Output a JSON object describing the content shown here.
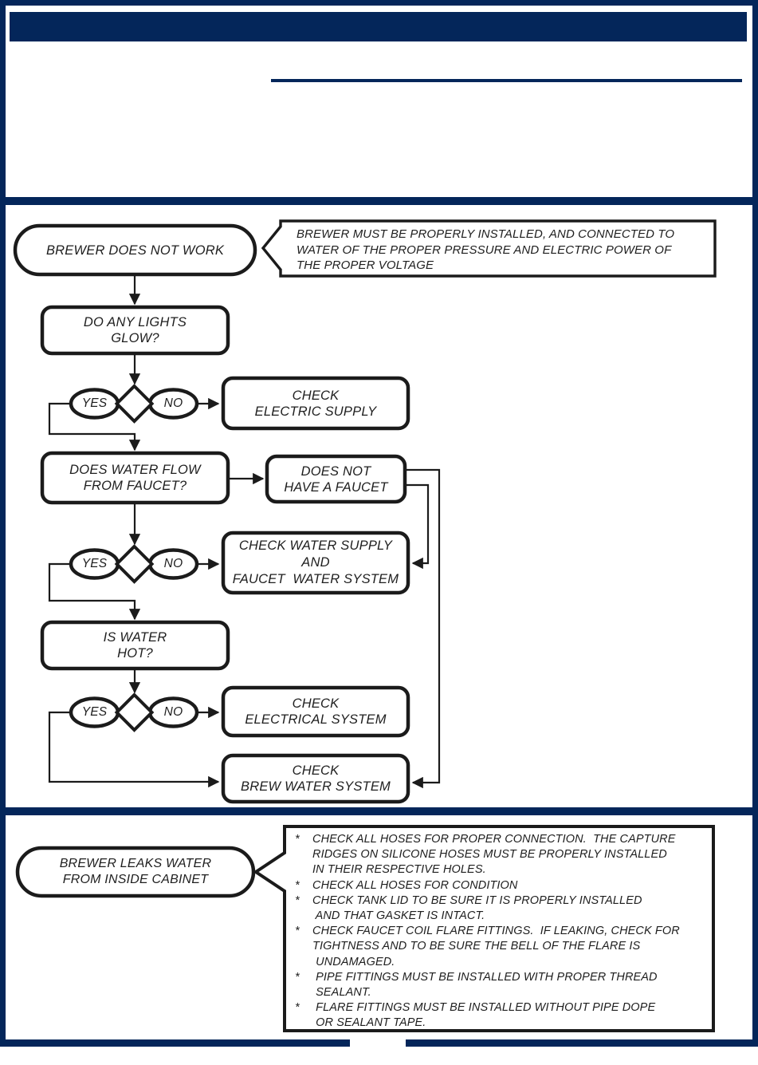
{
  "page": {
    "navy_color": "#04265a",
    "ink_color": "#1b1b1b"
  },
  "fc": {
    "start_label": "BREWER DOES NOT WORK",
    "note_lines": [
      "BREWER MUST BE PROPERLY INSTALLED, AND CONNECTED TO",
      "WATER OF THE PROPER PRESSURE AND ELECTRIC POWER OF",
      "THE PROPER VOLTAGE"
    ],
    "yes_label": "YES",
    "no_label": "NO",
    "q_lights": [
      "DO ANY LIGHTS",
      "GLOW?"
    ],
    "check_electric": [
      "CHECK",
      "ELECTRIC SUPPLY"
    ],
    "q_flow": [
      "DOES WATER FLOW",
      "FROM FAUCET?"
    ],
    "no_faucet": [
      "DOES NOT",
      "HAVE A FAUCET"
    ],
    "check_water": [
      "CHECK WATER SUPPLY",
      "AND",
      "FAUCET  WATER SYSTEM"
    ],
    "q_hot": [
      "IS WATER",
      "HOT?"
    ],
    "check_electrical": [
      "CHECK",
      "ELECTRICAL SYSTEM"
    ],
    "check_brew": [
      "CHECK",
      "BREW WATER SYSTEM"
    ]
  },
  "fc2": {
    "start_lines": [
      "BREWER LEAKS WATER",
      "FROM INSIDE CABINET"
    ],
    "bullet_lines": [
      {
        "star": "*",
        "text": "CHECK ALL HOSES FOR PROPER CONNECTION.  THE CAPTURE"
      },
      {
        "star": "",
        "text": "RIDGES ON SILICONE HOSES MUST BE PROPERLY INSTALLED"
      },
      {
        "star": "",
        "text": "IN THEIR RESPECTIVE HOLES."
      },
      {
        "star": "*",
        "text": "CHECK ALL HOSES FOR CONDITION"
      },
      {
        "star": "*",
        "text": "CHECK TANK LID TO BE SURE IT IS PROPERLY INSTALLED"
      },
      {
        "star": "",
        "text": " AND THAT GASKET IS INTACT."
      },
      {
        "star": "*",
        "text": "CHECK FAUCET COIL FLARE FITTINGS.  IF LEAKING, CHECK FOR"
      },
      {
        "star": "",
        "text": "TIGHTNESS AND TO BE SURE THE BELL OF THE FLARE IS"
      },
      {
        "star": "",
        "text": " UNDAMAGED."
      },
      {
        "star": "*",
        "text": " PIPE FITTINGS MUST BE INSTALLED WITH PROPER THREAD"
      },
      {
        "star": "",
        "text": " SEALANT."
      },
      {
        "star": "*",
        "text": " FLARE FITTINGS MUST BE INSTALLED WITHOUT PIPE DOPE"
      },
      {
        "star": "",
        "text": " OR SEALANT TAPE."
      }
    ]
  }
}
